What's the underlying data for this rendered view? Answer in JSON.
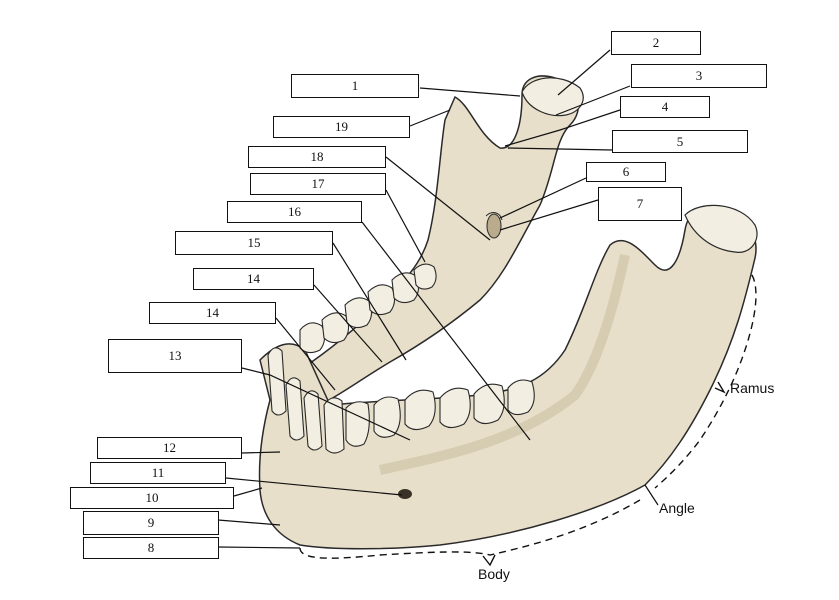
{
  "labels": [
    "1",
    "2",
    "3",
    "4",
    "5",
    "6",
    "7",
    "8",
    "9",
    "10",
    "11",
    "12",
    "13",
    "14",
    "14",
    "15",
    "16",
    "17",
    "18",
    "19"
  ],
  "regions": {
    "ramus": "Ramus",
    "angle": "Angle",
    "body": "Body"
  },
  "colors": {
    "bone": "#e8dfca",
    "bone_shade": "#cfc3a6",
    "tooth": "#f3eee2",
    "outline": "#2a2a2a",
    "leader": "#111111"
  }
}
